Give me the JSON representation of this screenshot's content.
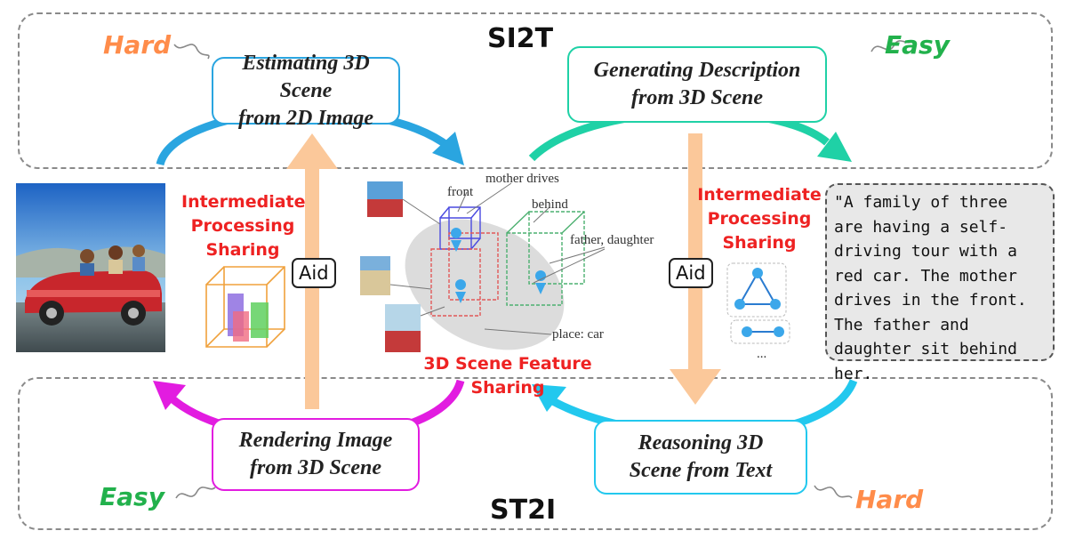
{
  "regions": {
    "top_title": "SI2T",
    "bottom_title": "ST2I"
  },
  "steps": {
    "estimate": "Estimating 3D Scene\nfrom 2D Image",
    "generate": "Generating Description\nfrom 3D Scene",
    "render": "Rendering Image\nfrom 3D Scene",
    "reason": "Reasoning 3D\nScene from Text"
  },
  "difficulty": {
    "top_left": "Hard",
    "top_right": "Easy",
    "bottom_left": "Easy",
    "bottom_right": "Hard"
  },
  "sharing": {
    "left": "Intermediate\nProcessing\nSharing",
    "right": "Intermediate\nProcessing\nSharing",
    "center": "3D Scene Feature Sharing"
  },
  "aid": {
    "left": "Aid",
    "right": "Aid"
  },
  "scene_labels": {
    "front": "front",
    "mother_drives": "mother drives",
    "behind": "behind",
    "father_daughter": "father, daughter",
    "place": "place: car",
    "ellipsis": "..."
  },
  "description": "\"A family of three are having a self-driving tour with a red car. The mother drives in the front. The father and daughter sit behind her.",
  "colors": {
    "estimate": "#2aa5e0",
    "generate": "#1fd1a6",
    "render": "#e21ce0",
    "reason": "#22c8ee",
    "aid_arrow": "#fbc89a",
    "sharing_text": "#ee2222"
  }
}
